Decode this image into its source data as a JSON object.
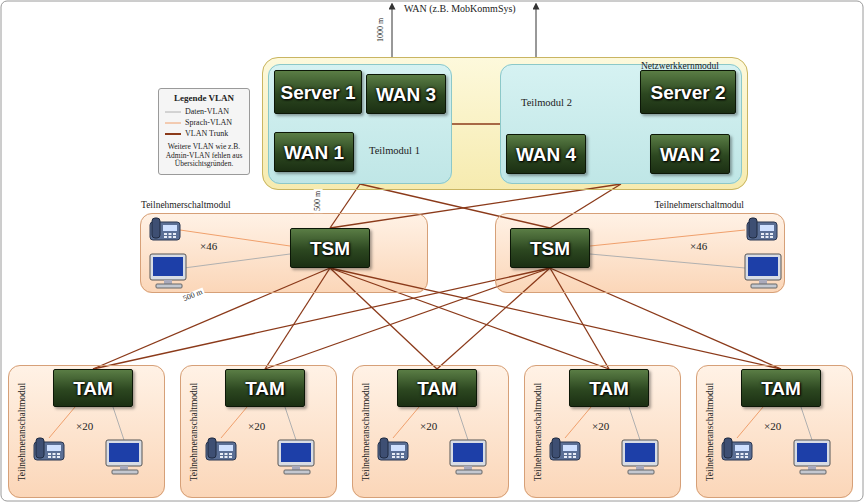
{
  "diagram": {
    "nodes": [
      {
        "text": [
          "Netzwerkkernmodul"
        ]
      },
      {
        "text": [
          "Teilmodul 1"
        ],
        "in": 0
      },
      {
        "text": [
          "Server 1"
        ],
        "in": 1
      },
      {
        "text": [
          "WAN 3"
        ],
        "in": 1
      },
      {
        "text": [
          "WAN 1"
        ],
        "in": 1
      },
      {
        "text": [
          "Teilmodul 2"
        ],
        "in": 0
      },
      {
        "text": [
          "WAN 4"
        ],
        "in": 5
      },
      {
        "text": [
          "Server 2"
        ],
        "in": 5
      },
      {
        "text": [
          "WAN 2"
        ],
        "in": 5
      },
      {
        "text": [
          "Teilnehmerschaltmodul"
        ]
      },
      {
        "text": [
          "TSM"
        ],
        "in": 9
      },
      {
        "text": [
          "Teilnehmerschaltmodul"
        ]
      },
      {
        "text": [
          "TSM"
        ],
        "in": 11
      },
      {
        "text": [
          "Teilnehmeranschaltmodul"
        ]
      },
      {
        "text": [
          "TAM"
        ],
        "in": 13
      },
      {
        "text": [
          "Teilnehmeranschaltmodul"
        ]
      },
      {
        "text": [
          "TAM"
        ],
        "in": 15
      },
      {
        "text": [
          "Teilnehmeranschaltmodul"
        ]
      },
      {
        "text": [
          "TAM"
        ],
        "in": 17
      },
      {
        "text": [
          "Teilnehmeranschaltmodul"
        ]
      },
      {
        "text": [
          "TAM"
        ],
        "in": 19
      },
      {
        "text": [
          "Teilnehmeranschaltmodul"
        ]
      },
      {
        "text": [
          "TAM"
        ],
        "in": 21
      }
    ],
    "edges": [
      {
        "from": 1,
        "to": 5,
        "arrow": "none"
      },
      {
        "from": 10,
        "to": 1,
        "arrow": "none"
      },
      {
        "from": 10,
        "to": 5,
        "arrow": "none"
      },
      {
        "from": 12,
        "to": 1,
        "arrow": "none"
      },
      {
        "from": 12,
        "to": 5,
        "arrow": "none"
      },
      {
        "from": 10,
        "to": 14,
        "arrow": "none"
      },
      {
        "from": 10,
        "to": 16,
        "arrow": "none"
      },
      {
        "from": 10,
        "to": 18,
        "arrow": "none"
      },
      {
        "from": 10,
        "to": 20,
        "arrow": "none"
      },
      {
        "from": 10,
        "to": 22,
        "arrow": "none"
      },
      {
        "from": 12,
        "to": 14,
        "arrow": "none"
      },
      {
        "from": 12,
        "to": 16,
        "arrow": "none"
      },
      {
        "from": 12,
        "to": 18,
        "arrow": "none"
      },
      {
        "from": 12,
        "to": 20,
        "arrow": "none"
      },
      {
        "from": 12,
        "to": 22,
        "arrow": "none"
      }
    ],
    "labels": [
      "WAN (z.B. MobKommSys)",
      "1000 m",
      "Legende VLAN",
      "Weitere VLAN wie z.B. Admin-VLAN fehlen aus Übersichtsgründen.",
      "500 m",
      "500 m",
      "×46",
      "×46",
      "×20",
      "×20",
      "×20",
      "×20",
      "×20"
    ],
    "legend": [
      {
        "text": "Daten-VLAN"
      },
      {
        "text": "Sprach-VLAN"
      },
      {
        "text": "VLAN Trunk"
      }
    ]
  }
}
